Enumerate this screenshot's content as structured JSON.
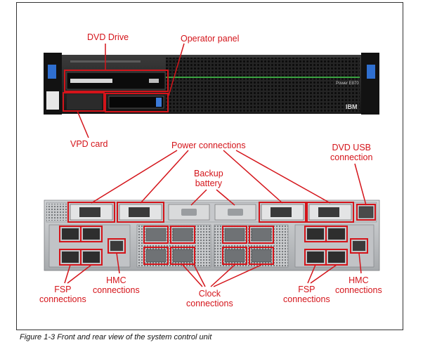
{
  "figure": {
    "caption": "Figure 1-3   Front and rear view of the system control unit"
  },
  "front_view": {
    "brand_label": "Power E870",
    "logo_text": "IBM",
    "labels": {
      "dvd_drive": "DVD Drive",
      "operator_panel": "Operator panel",
      "vpd_card": "VPD card"
    }
  },
  "rear_view": {
    "labels": {
      "power_connections": "Power connections",
      "backup_battery_line1": "Backup",
      "backup_battery_line2": "battery",
      "dvd_usb_line1": "DVD USB",
      "dvd_usb_line2": "connection",
      "fsp_left_line1": "FSP",
      "fsp_left_line2": "connections",
      "hmc_left_line1": "HMC",
      "hmc_left_line2": "connections",
      "clock_line1": "Clock",
      "clock_line2": "connections",
      "fsp_right_line1": "FSP",
      "fsp_right_line2": "connections",
      "hmc_right_line1": "HMC",
      "hmc_right_line2": "connections"
    }
  },
  "colors": {
    "callout": "#d4141a",
    "chassis_front": "#1b1b1b",
    "chassis_rear": "#b9bcbf",
    "accent_blue": "#2f6fd0",
    "accent_green": "#3aa040"
  }
}
